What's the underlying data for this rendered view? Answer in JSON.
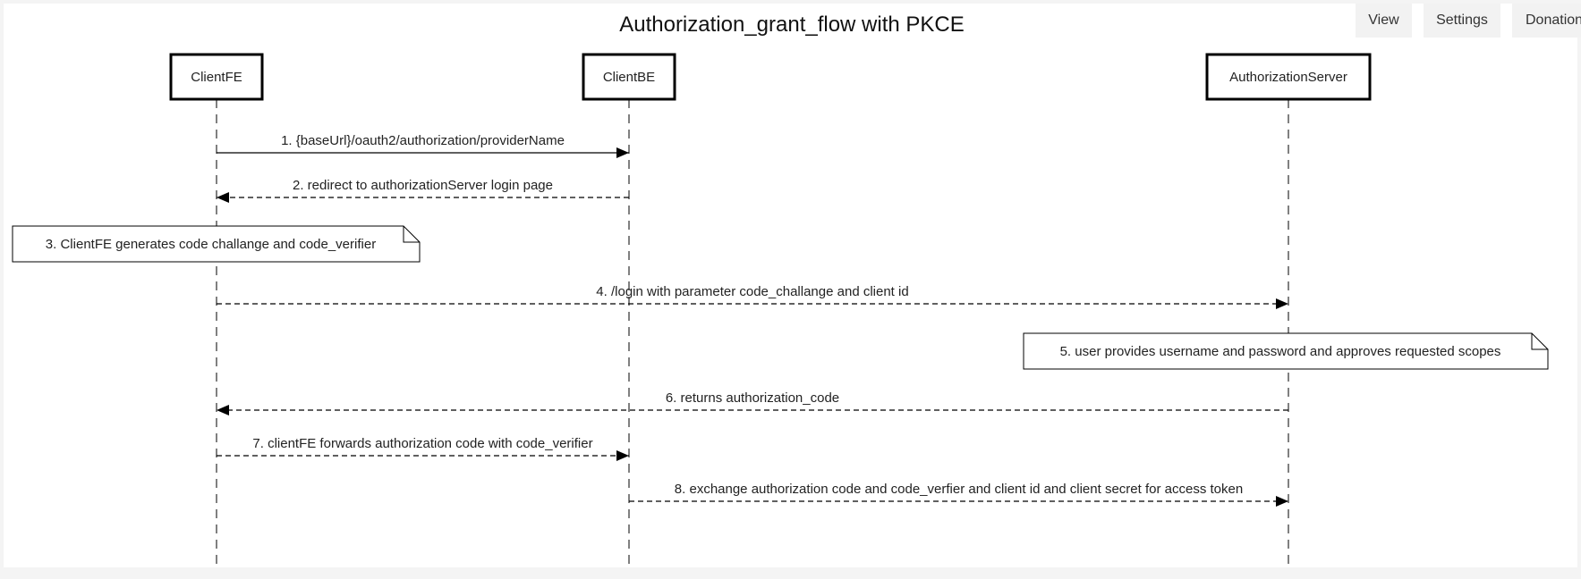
{
  "toolbar": {
    "view_label": "View",
    "settings_label": "Settings",
    "donations_label": "Donations"
  },
  "diagram": {
    "type": "sequence",
    "title": "Authorization_grant_flow with PKCE",
    "participants": [
      {
        "id": "fe",
        "name": "ClientFE"
      },
      {
        "id": "be",
        "name": "ClientBE"
      },
      {
        "id": "as",
        "name": "AuthorizationServer"
      }
    ],
    "steps": [
      {
        "kind": "message",
        "from": "fe",
        "to": "be",
        "style": "solid",
        "label": "1. {baseUrl}/oauth2/authorization/providerName"
      },
      {
        "kind": "message",
        "from": "be",
        "to": "fe",
        "style": "dashed",
        "label": "2. redirect to authorizationServer login page"
      },
      {
        "kind": "note",
        "over": "fe",
        "label": "3. ClientFE generates code challange and code_verifier"
      },
      {
        "kind": "message",
        "from": "fe",
        "to": "as",
        "style": "dashed",
        "label": "4. /login with parameter code_challange and client id"
      },
      {
        "kind": "note",
        "over": "as",
        "label": "5. user provides username and password and approves requested scopes"
      },
      {
        "kind": "message",
        "from": "as",
        "to": "fe",
        "style": "dashed",
        "label": "6. returns authorization_code"
      },
      {
        "kind": "message",
        "from": "fe",
        "to": "be",
        "style": "dashed",
        "label": "7. clientFE forwards authorization code with code_verifier"
      },
      {
        "kind": "message",
        "from": "be",
        "to": "as",
        "style": "dashed",
        "label": "8. exchange authorization code and code_verfier and client id and client secret for access token"
      }
    ]
  }
}
